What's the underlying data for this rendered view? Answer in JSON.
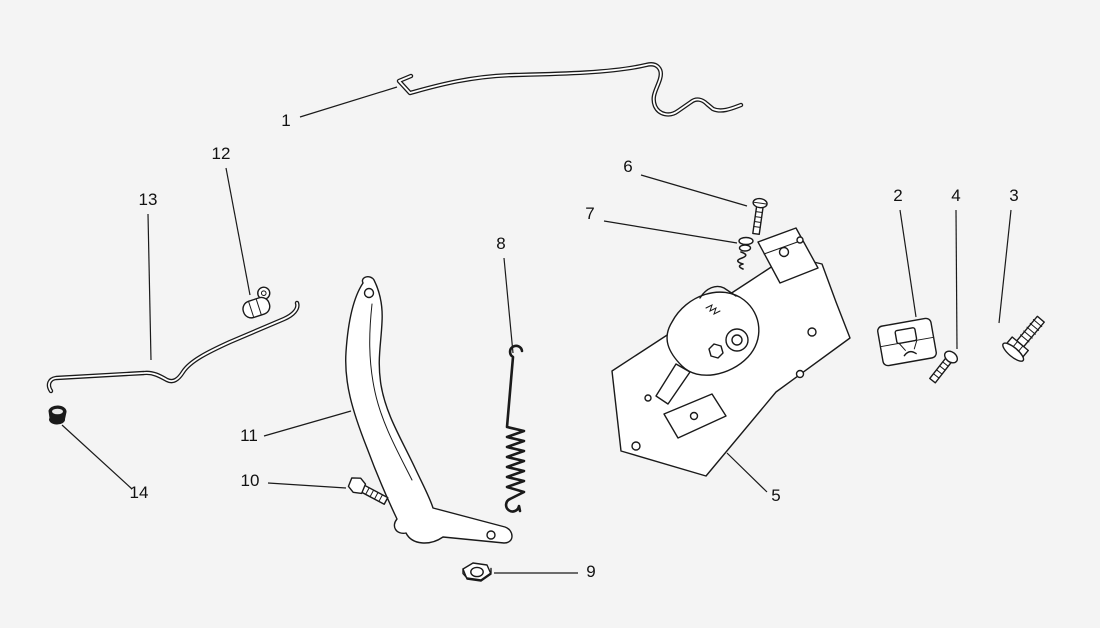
{
  "diagram": {
    "type": "exploded-parts-diagram",
    "background_color": "#f4f4f4",
    "line_color": "#1a1a1a",
    "callouts": {
      "c1": "1",
      "c2": "2",
      "c3": "3",
      "c4": "4",
      "c5": "5",
      "c6": "6",
      "c7": "7",
      "c8": "8",
      "c9": "9",
      "c10": "10",
      "c11": "11",
      "c12": "12",
      "c13": "13",
      "c14": "14"
    }
  }
}
